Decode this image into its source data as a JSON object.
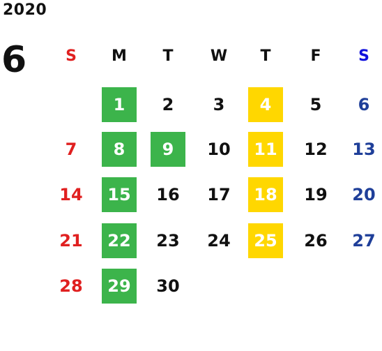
{
  "year": "2020",
  "month": "6",
  "weekdays": [
    "S",
    "M",
    "T",
    "W",
    "T",
    "F",
    "S"
  ],
  "colors": {
    "sunday": "#e02020",
    "saturday": "#1f3f99",
    "saturday_header": "#1010dd",
    "weekday": "#111111",
    "green_highlight": "#3cb44b",
    "yellow_highlight": "#ffd700"
  },
  "weeks": [
    [
      null,
      {
        "day": "1",
        "hl": "green"
      },
      {
        "day": "2"
      },
      {
        "day": "3"
      },
      {
        "day": "4",
        "hl": "yellow"
      },
      {
        "day": "5"
      },
      {
        "day": "6"
      }
    ],
    [
      {
        "day": "7"
      },
      {
        "day": "8",
        "hl": "green"
      },
      {
        "day": "9",
        "hl": "green"
      },
      {
        "day": "10"
      },
      {
        "day": "11",
        "hl": "yellow"
      },
      {
        "day": "12"
      },
      {
        "day": "13"
      }
    ],
    [
      {
        "day": "14"
      },
      {
        "day": "15",
        "hl": "green"
      },
      {
        "day": "16"
      },
      {
        "day": "17"
      },
      {
        "day": "18",
        "hl": "yellow"
      },
      {
        "day": "19"
      },
      {
        "day": "20"
      }
    ],
    [
      {
        "day": "21"
      },
      {
        "day": "22",
        "hl": "green"
      },
      {
        "day": "23"
      },
      {
        "day": "24"
      },
      {
        "day": "25",
        "hl": "yellow"
      },
      {
        "day": "26"
      },
      {
        "day": "27"
      }
    ],
    [
      {
        "day": "28"
      },
      {
        "day": "29",
        "hl": "green"
      },
      {
        "day": "30"
      },
      null,
      null,
      null,
      null
    ]
  ]
}
